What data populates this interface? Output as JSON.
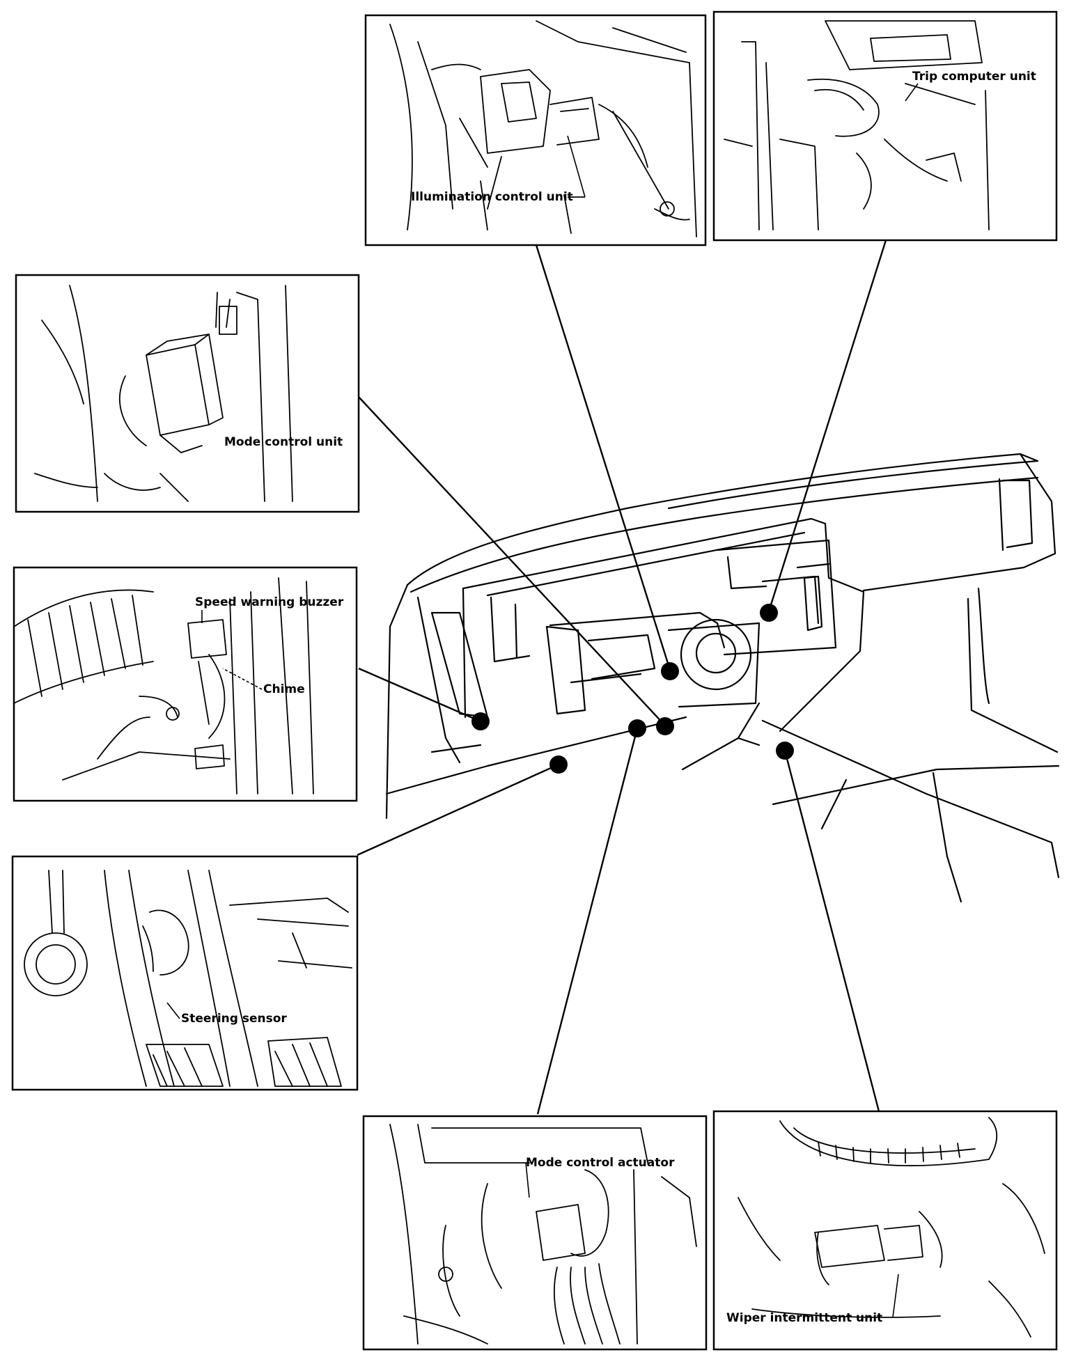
{
  "labels": {
    "illumination": "Illumination control unit",
    "trip": "Trip computer unit",
    "mode_unit": "Mode control unit",
    "speed_buzzer": "Speed warning buzzer",
    "chime": "Chime",
    "steering": "Steering sensor",
    "mode_actuator": "Mode control actuator",
    "wiper": "Wiper intermittent unit"
  },
  "colors": {
    "ink": "#000000",
    "paper": "#ffffff"
  }
}
